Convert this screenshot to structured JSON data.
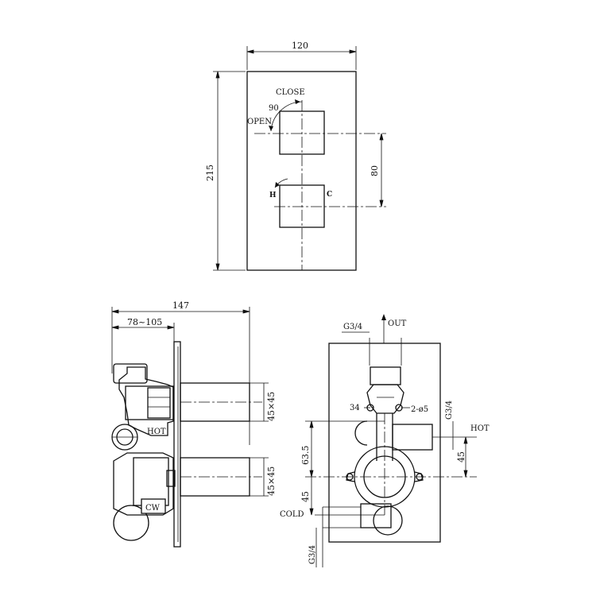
{
  "front_view": {
    "width_dim": "120",
    "height_dim": "215",
    "spacing_dim": "80",
    "label_close": "CLOSE",
    "label_open": "OPEN",
    "angle": "90",
    "label_h": "H",
    "label_c": "C"
  },
  "side_view": {
    "depth_total": "147",
    "depth_adjust": "78~105",
    "handle_top_size": "45×45",
    "handle_bottom_size": "45×45",
    "label_hot": "HOT",
    "label_cw": "CW"
  },
  "back_view": {
    "label_out": "OUT",
    "thread_top": "G3/4",
    "dim_34": "34",
    "holes": "2-ø5",
    "thread_right": "G3/4",
    "label_hot": "HOT",
    "dim_63_5": "63.5",
    "dim_45_right": "45",
    "dim_45_left": "45",
    "label_cold": "COLD",
    "thread_bottom": "G3/4"
  }
}
